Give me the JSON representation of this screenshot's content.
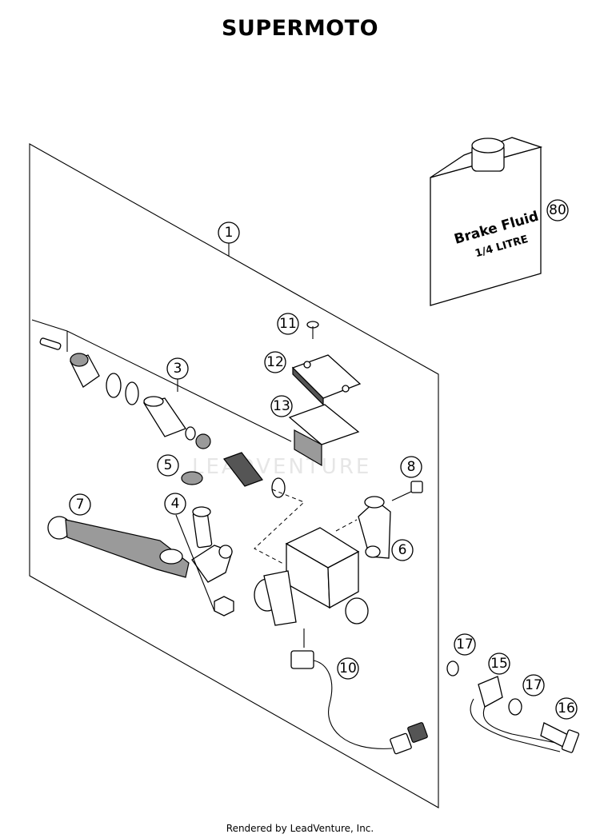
{
  "title": "SUPERMOTO",
  "footer": "Rendered by LeadVenture, Inc.",
  "watermark": "LEADVENTURE",
  "bottle": {
    "line1": "Brake Fluid",
    "line2": "1/4 LITRE"
  },
  "callouts": {
    "c1": "1",
    "c3": "3",
    "c4": "4",
    "c5": "5",
    "c6": "6",
    "c7": "7",
    "c8": "8",
    "c10": "10",
    "c11": "11",
    "c12": "12",
    "c13": "13",
    "c15": "15",
    "c16": "16",
    "c17a": "17",
    "c17b": "17",
    "c80": "80"
  }
}
